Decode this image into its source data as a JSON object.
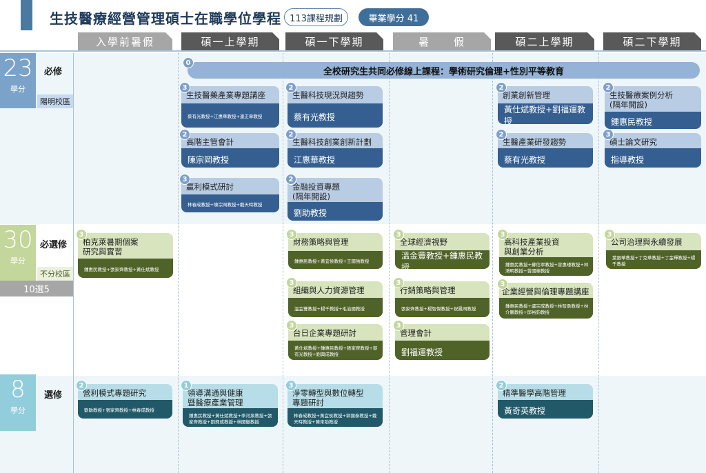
{
  "header": {
    "title": "生技醫療經營管理碩士在職學位學程",
    "plan_label": "113課程規劃",
    "credits_label": "畢業學分 41"
  },
  "semesters": [
    "入學前暑假",
    "碩一上學期",
    "碩一下學期",
    "暑　　假",
    "碩二上學期",
    "碩二下學期"
  ],
  "categories": [
    {
      "credits": "23",
      "unit": "學分",
      "name": "必修",
      "campus": "陽明校區"
    },
    {
      "credits": "30",
      "unit": "學分",
      "name": "必選修",
      "campus": "不分校區",
      "note": "10選5"
    },
    {
      "credits": "8",
      "unit": "學分",
      "name": "選修"
    }
  ],
  "band": {
    "credits": "0",
    "title": "全校研究生共同必修線上課程：學術研究倫理+性別平等教育"
  },
  "colors": {
    "req_light": "#b8cce4",
    "req_dark": "#365f91",
    "sel_light": "#d7e4bd",
    "sel_dark": "#4f6228",
    "ele_light": "#b7dee8",
    "ele_dark": "#215968"
  },
  "cards": [
    {
      "credits": "3",
      "title": "生技醫藥產業專題講座",
      "profs": "蔡有光教授+江惠華教授+連正章教授"
    },
    {
      "credits": "2",
      "title": "高階主管會計",
      "profs": "陳宗岡教授"
    },
    {
      "credits": "3",
      "title": "贏利模式研討",
      "profs": "林春成教授+陳宗岡教授+戴天時教授"
    },
    {
      "credits": "2",
      "title": "生醫科技現況與趨勢",
      "profs": "蔡有光教授"
    },
    {
      "credits": "2",
      "title": "生醫科技創業創新計劃",
      "profs": "江惠華教授"
    },
    {
      "credits": "2",
      "title": "金融投資專題\n(隔年開設)",
      "profs": "劉助教授"
    },
    {
      "credits": "2",
      "title": "創業創新管理",
      "profs": "黃仕斌教授+劉福運教授"
    },
    {
      "credits": "2",
      "title": "生醫產業研發趨勢",
      "profs": "蔡有光教授"
    },
    {
      "credits": "2",
      "title": "生技醫療案例分析\n(隔年開設)",
      "profs": "鍾惠民教授"
    },
    {
      "credits": "3",
      "title": "碩士論文研究",
      "profs": "指導教授"
    },
    {
      "credits": "3",
      "title": "柏克萊暑期個案\n研究與實習",
      "profs": "鍾惠民教授+張家齊教授+黃仕斌教授"
    },
    {
      "credits": "3",
      "title": "財務策略與管理",
      "profs": "鍾惠民教授+黃宜侯教授+王國強教授"
    },
    {
      "credits": "3",
      "title": "組織與人力資源管理",
      "profs": "溫金豐教授+楊千教授+毛治國教授"
    },
    {
      "credits": "3",
      "title": "台日企業專題研討",
      "profs": "黃仕斌教授+鍾惠民教授+張家齊教授+蔡有光教授+劉興成教授"
    },
    {
      "credits": "3",
      "title": "全球經濟視野",
      "profs": "溫金豐教授+鍾惠民教授"
    },
    {
      "credits": "3",
      "title": "行銷策略與管理",
      "profs": "張家齊教授+楊智傑教授+祝鳳岡教授"
    },
    {
      "credits": "3",
      "title": "管理會計",
      "profs": "劉福運教授"
    },
    {
      "credits": "3",
      "title": "高科技產業投資\n與創業分析",
      "profs": "鍾惠民教授+蘇信寧教授+曾惠瑾教授+林鴻明教授+曾國棟教授"
    },
    {
      "credits": "3",
      "title": "企業經營與倫理專題講座",
      "profs": "鍾惠民教授+盧宗成教授+林智勇教授+林介鵬教授+邱裕鈞教授"
    },
    {
      "credits": "3",
      "title": "公司治理與永續發展",
      "profs": "葉銀華教授+丁克華教授+丁金輝教授+楊千教授"
    },
    {
      "credits": "2",
      "title": "營利模式專題研究",
      "profs": "劉助教授+張家齊教授+林春成教授"
    },
    {
      "credits": "1",
      "title": "領導溝通與健康\n暨醫療產業管理",
      "profs": "鍾惠民教授+黃仕斌教授+李河泉教授+張家齊教授+劉興成教授+林國徽教授"
    },
    {
      "credits": "3",
      "title": "淨零轉型與數位轉型\n專題研討",
      "profs": "林春成教授+黃宜侯教授+郭國泰教授+戴天時教授+陳來助教授"
    },
    {
      "credits": "2",
      "title": "精準醫學高階管理",
      "profs": "黃奇英教授"
    }
  ]
}
